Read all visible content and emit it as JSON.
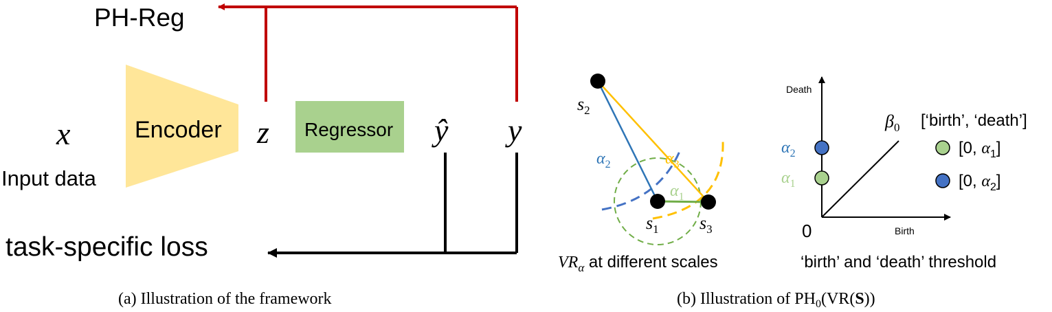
{
  "left_panel": {
    "ph_reg": "PH-Reg",
    "x_symbol": "x",
    "input_label": "Input data",
    "encoder": "Encoder",
    "z_symbol": "z",
    "regressor": "Regressor",
    "yhat_symbol": "ŷ",
    "y_symbol": "y",
    "loss": "task-specific loss",
    "caption": "(a)  Illustration of the framework"
  },
  "right_panel": {
    "points": {
      "s1": "s",
      "s1_sub": "1",
      "s2": "s",
      "s2_sub": "2",
      "s3": "s",
      "s3_sub": "3"
    },
    "edges": {
      "a1": "α",
      "a1_sub": "1",
      "a2": "α",
      "a2_sub": "2",
      "a3": "α",
      "a3_sub": "3"
    },
    "vr_label_main": "VR",
    "vr_label_sub": "α",
    "vr_label_rest": " at different scales",
    "axis_y": "Death",
    "axis_x": "Birth",
    "origin": "0",
    "beta_symbol": "β",
    "beta_sub": "0",
    "legend_header": "[‘birth’, ‘death’]",
    "legend_1_open": "[0, ",
    "legend_1_sym": "α",
    "legend_1_sub": "1",
    "legend_1_close": "]",
    "legend_2_open": "[0, ",
    "legend_2_sym": "α",
    "legend_2_sub": "2",
    "legend_2_close": "]",
    "pd_label_a2": "α",
    "pd_label_a2_sub": "2",
    "pd_label_a1": "α",
    "pd_label_a1_sub": "1",
    "threshold_label": "‘birth’ and ‘death’ threshold",
    "caption_prefix": "(b)  Illustration of PH",
    "caption_sub": "0",
    "caption_mid": "(VR(",
    "caption_bold": "S",
    "caption_end": "))"
  },
  "colors": {
    "red": "#c00000",
    "encoder": "#ffe699",
    "regressor": "#a9d18e",
    "blue": "#2e75b6",
    "yellow": "#ffc000",
    "green": "#70ad47",
    "light_green_fill": "#a9d18e",
    "blue_fill": "#4472c4",
    "alpha1_label": "#a9d18e"
  }
}
